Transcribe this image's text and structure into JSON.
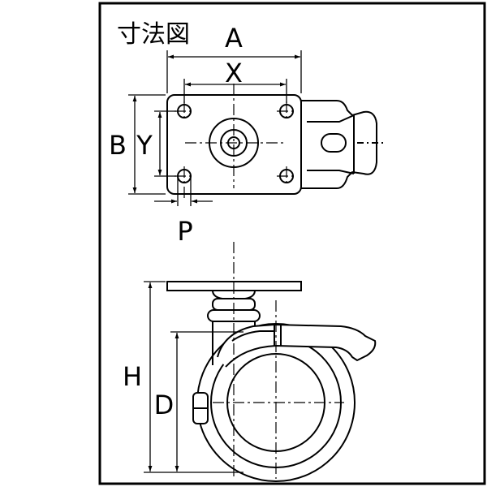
{
  "diagram": {
    "title": "寸法図",
    "labels": {
      "A": "A",
      "X": "X",
      "B": "B",
      "Y": "Y",
      "P": "P",
      "H": "H",
      "D": "D"
    },
    "colors": {
      "ink": "#000000",
      "paper": "#ffffff"
    }
  }
}
